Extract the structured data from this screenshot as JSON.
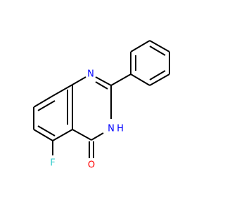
{
  "molecule": {
    "colors": {
      "bond": "#000000",
      "N": "#0000ff",
      "O": "#ff0000",
      "F": "#33cccc",
      "background": "#ffffff"
    },
    "atoms": {
      "n1": "N",
      "n3": "N",
      "h3": "H",
      "o": "O",
      "f": "F"
    }
  }
}
